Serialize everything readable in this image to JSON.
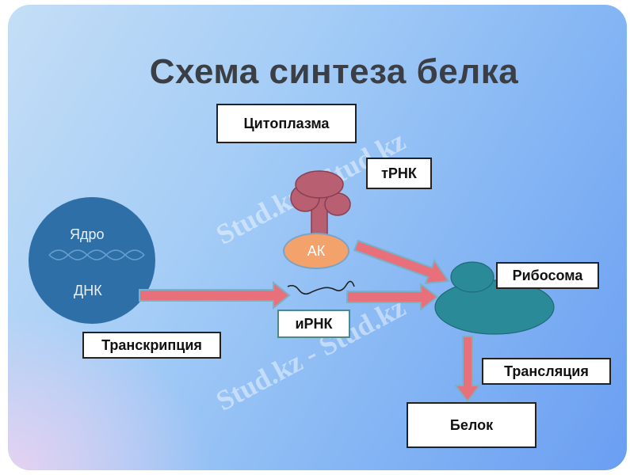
{
  "diagram": {
    "title": "Схема синтеза белка",
    "labels": {
      "cytoplasm": "Цитоплазма",
      "trna": "тРНК",
      "ribosome": "Рибосома",
      "mrna": "иРНК",
      "transcription": "Транскрипция",
      "translation": "Трансляция",
      "protein": "Белок",
      "nucleus": "Ядро",
      "dna": "ДНК",
      "amino_acid": "АК"
    }
  },
  "watermark": "Stud.kz - Stud.kz",
  "colors": {
    "nucleus": "#2f6fa8",
    "ribosome": "#2b8a98",
    "trna": "#b95f72",
    "amino_acid": "#f4a26c",
    "arrow_fill": "#e8707a",
    "arrow_stroke": "#7ab0c8"
  }
}
